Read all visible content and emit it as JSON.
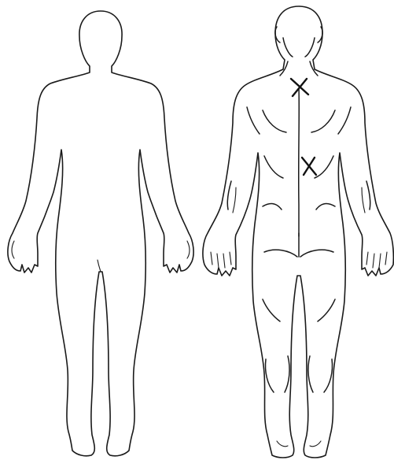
{
  "figures": [
    {
      "id": "front",
      "view": "anterior"
    },
    {
      "id": "back",
      "view": "posterior"
    }
  ],
  "pain_markers": [
    {
      "location": "upper-back-between-shoulder-blades",
      "symbol": "x"
    },
    {
      "location": "mid-back-left-of-spine",
      "symbol": "x"
    }
  ],
  "colors": {
    "line": "#1a1a1a",
    "background": "#ffffff",
    "marker": "#111111"
  }
}
